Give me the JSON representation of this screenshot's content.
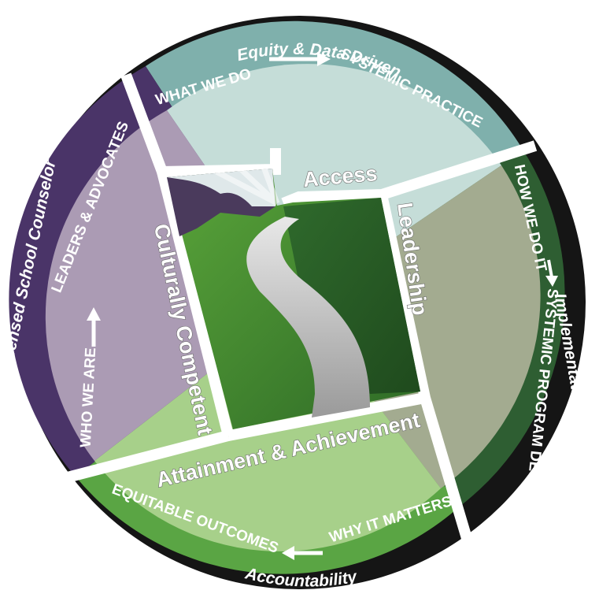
{
  "outer_ring": {
    "top": "Equity & Data Driven",
    "right": "Implementation",
    "bottom": "Accountability",
    "left": "Licensed School Counselor"
  },
  "bands": {
    "top_left": "WHAT WE DO",
    "top_right": "SYSTEMIC PRACTICE",
    "right_top": "HOW WE DO IT",
    "right_bottom": "SYSTEMIC PROGRAM DESIGN",
    "bottom_right": "WHY IT MATTERS",
    "bottom_left": "EQUITABLE OUTCOMES",
    "left_bottom": "WHO WE ARE",
    "left_top": "LEADERS & ADVOCATES"
  },
  "sections": {
    "access": "Access",
    "leadership": "Leadership",
    "attainment": "Attainment & Achievement",
    "culturally_competent": "Culturally Competent"
  },
  "colors": {
    "outer_ring": "#151515",
    "top_band": "#7fb0ac",
    "top_fill": "#c5ddd8",
    "right_band": "#2e5e32",
    "right_fill": "#a3ab90",
    "bottom_band": "#5aa544",
    "bottom_fill": "#a7d08a",
    "left_band": "#4a3468",
    "left_fill": "#ab9bb4"
  }
}
